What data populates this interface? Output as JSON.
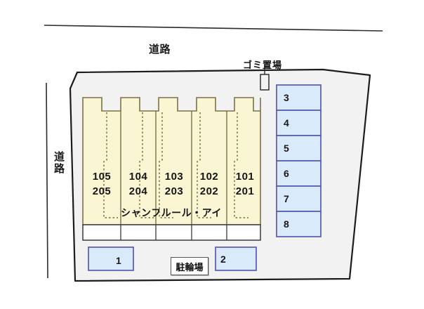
{
  "plan": {
    "title": "シャンフルール・アイ",
    "roads": [
      {
        "name": "road-top",
        "label": "道路",
        "orientation": "horizontal"
      },
      {
        "name": "road-left",
        "label": "道路",
        "orientation": "vertical"
      }
    ],
    "facilities": {
      "garbage": {
        "label": "ゴミ置場"
      },
      "bicycle": {
        "label": "駐輪場"
      }
    },
    "building": {
      "name": "シャンフルール・アイ",
      "units": [
        {
          "first_floor": "105",
          "second_floor": "205"
        },
        {
          "first_floor": "104",
          "second_floor": "204"
        },
        {
          "first_floor": "103",
          "second_floor": "203"
        },
        {
          "first_floor": "102",
          "second_floor": "202"
        },
        {
          "first_floor": "101",
          "second_floor": "201"
        }
      ]
    },
    "parking": {
      "column_right": [
        "3",
        "4",
        "5",
        "6",
        "7",
        "8"
      ],
      "bottom_left": "1",
      "bottom_right": "2"
    },
    "colors": {
      "building_fill": "#faf5d2",
      "building_stroke": "#7a7247",
      "parking_fill": "#d9eafb",
      "parking_stroke": "#5a5ab0",
      "lot_fill": "#f2f2f2",
      "lot_stroke": "#1c1c1c",
      "corridor_fill": "#ffffff",
      "text": "#111111"
    }
  }
}
